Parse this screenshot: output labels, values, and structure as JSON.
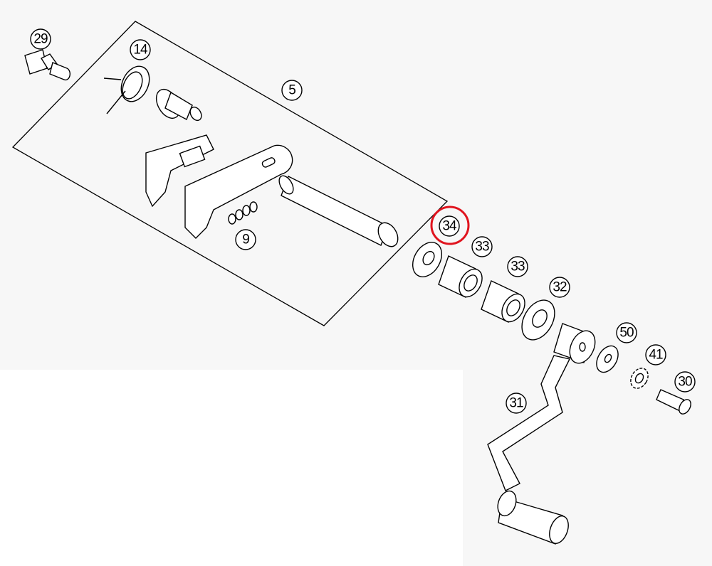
{
  "diagram": {
    "highlight_color": "#e0141e",
    "highlighted_part": "34",
    "callouts": [
      {
        "id": "29"
      },
      {
        "id": "14"
      },
      {
        "id": "5"
      },
      {
        "id": "9"
      },
      {
        "id": "34"
      },
      {
        "id": "33"
      },
      {
        "id": "33"
      },
      {
        "id": "32"
      },
      {
        "id": "50"
      },
      {
        "id": "41"
      },
      {
        "id": "30"
      },
      {
        "id": "31"
      }
    ]
  }
}
